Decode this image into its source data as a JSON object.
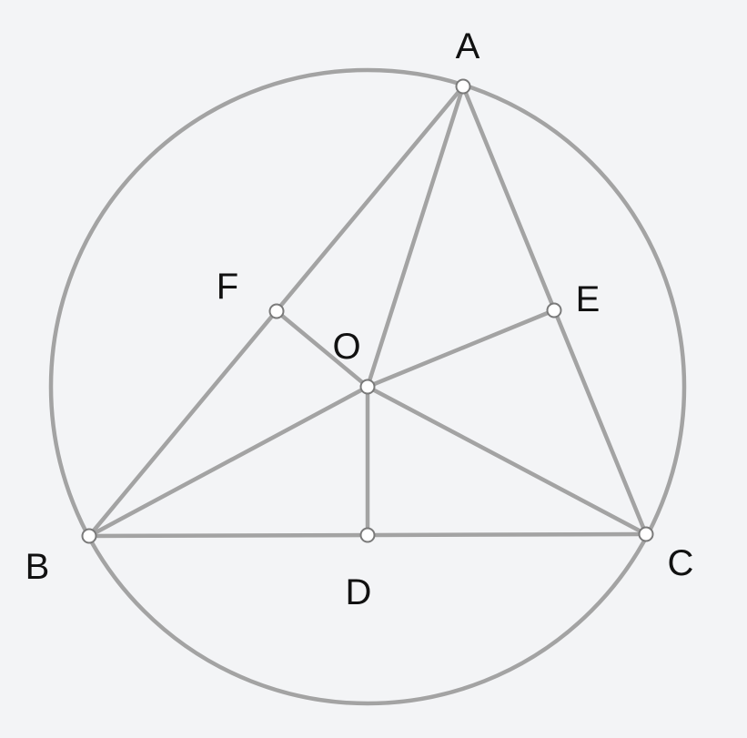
{
  "points": {
    "A": "A",
    "B": "B",
    "C": "C",
    "D": "D",
    "E": "E",
    "F": "F",
    "O": "O"
  },
  "colors": {
    "background": "#f3f4f6",
    "line": "#a3a3a3",
    "point_fill": "#ffffff",
    "point_stroke": "#7a7a7a",
    "label": "#111111"
  }
}
